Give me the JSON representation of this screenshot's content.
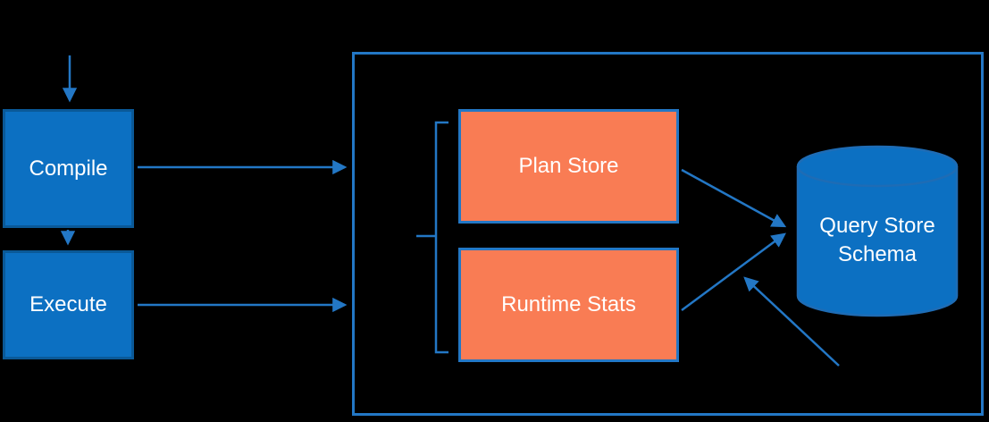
{
  "diagram": {
    "nodes": {
      "compile": {
        "label": "Compile"
      },
      "execute": {
        "label": "Execute"
      },
      "plan_store": {
        "label": "Plan Store"
      },
      "runtime_stats": {
        "label": "Runtime Stats"
      },
      "query_store_schema": {
        "label": "Query Store Schema"
      }
    },
    "edges": [
      {
        "from": "external-top",
        "to": "compile"
      },
      {
        "from": "compile",
        "to": "execute"
      },
      {
        "from": "compile",
        "to": "query-store-container"
      },
      {
        "from": "execute",
        "to": "query-store-container"
      },
      {
        "from": "plan_store",
        "to": "query_store_schema"
      },
      {
        "from": "runtime_stats",
        "to": "query_store_schema"
      },
      {
        "from": "external-bottom-right",
        "to": "query_store_schema"
      }
    ],
    "icons": {
      "query_store_schema": "database-cylinder",
      "grouping": "left-bracket"
    },
    "colors": {
      "background": "#000000",
      "node_blue": "#0C70C2",
      "node_blue_border": "#0A5998",
      "node_orange": "#F97C54",
      "accent_blue": "#2377C5",
      "cylinder_border": "#1E6CB5",
      "text": "#FFFFFF"
    }
  }
}
